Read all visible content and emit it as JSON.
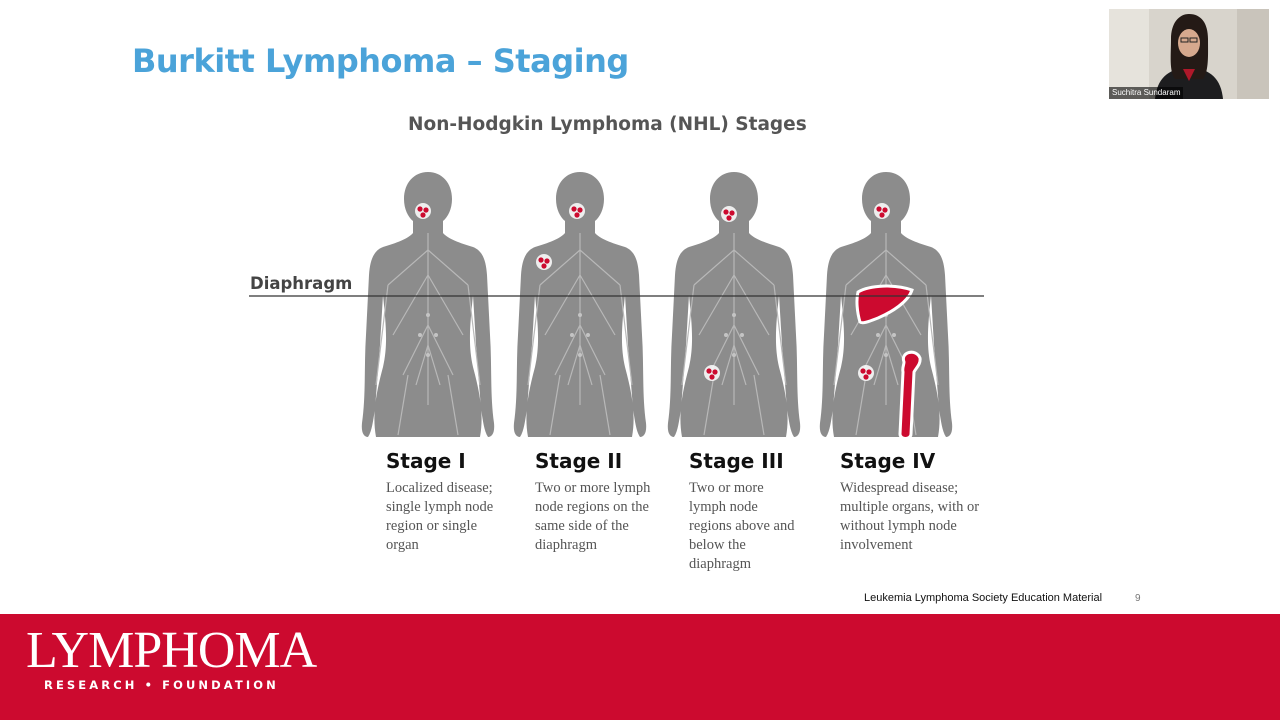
{
  "slide": {
    "title": "Burkitt Lymphoma – Staging",
    "page_number": "9",
    "credit": "Leukemia Lymphoma Society Education Material"
  },
  "figure": {
    "title": "Non-Hodgkin Lymphoma (NHL) Stages",
    "diaphragm_label": "Diaphragm",
    "stages": [
      {
        "name": "Stage I",
        "description": "Localized disease; single lymph node region or single organ"
      },
      {
        "name": "Stage II",
        "description": "Two or more lymph node regions on the same side of the diaphragm"
      },
      {
        "name": "Stage III",
        "description": "Two or more lymph node regions above and below the diaphragm"
      },
      {
        "name": "Stage IV",
        "description": "Widespread disease; multiple organs, with or without lymph node involvement"
      }
    ]
  },
  "footer": {
    "logo_text": "LYMPHOMA",
    "logo_subtext": "RESEARCH • FOUNDATION"
  },
  "video": {
    "participant_name": "Suchitra Sundaram"
  },
  "colors": {
    "title": "#4ba3d9",
    "body_silhouette": "#8a8a8a",
    "highlight_red": "#cc0a2f",
    "footer_bg": "#cc0a2f"
  }
}
